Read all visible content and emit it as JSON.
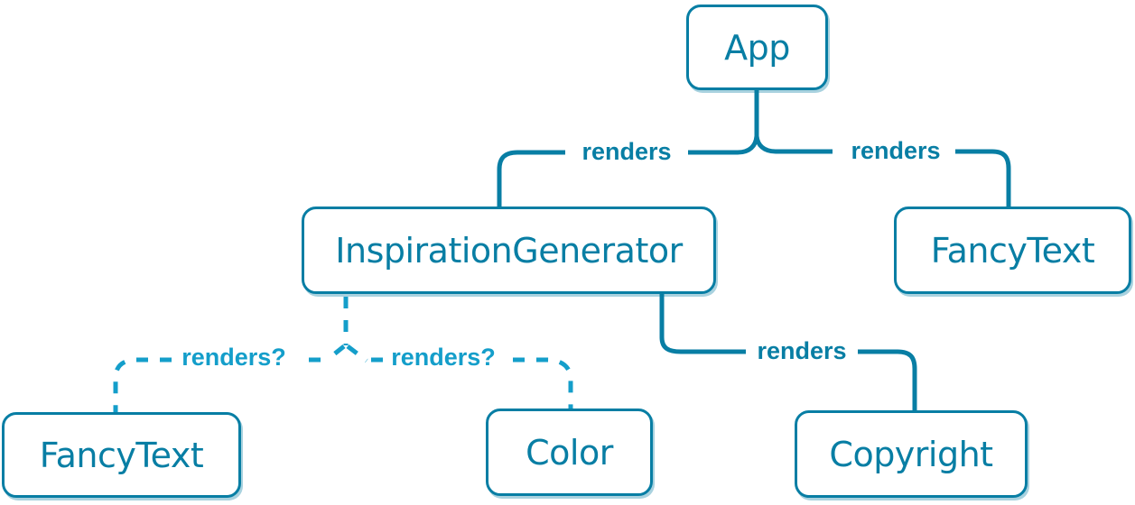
{
  "colors": {
    "solid_accent": "#087EA4",
    "dashed_accent": "#149ECA",
    "node_background": "#FFFFFF",
    "page_background": "#FFFFFF"
  },
  "nodes": [
    {
      "id": "app",
      "label": "App"
    },
    {
      "id": "inspiration-generator",
      "label": "InspirationGenerator"
    },
    {
      "id": "fancy-text-top",
      "label": "FancyText"
    },
    {
      "id": "fancy-text-bottom",
      "label": "FancyText"
    },
    {
      "id": "color",
      "label": "Color"
    },
    {
      "id": "copyright",
      "label": "Copyright"
    }
  ],
  "edges": [
    {
      "from": "app",
      "to": "inspiration-generator",
      "label": "renders",
      "style": "solid"
    },
    {
      "from": "app",
      "to": "fancy-text-top",
      "label": "renders",
      "style": "solid"
    },
    {
      "from": "inspiration-generator",
      "to": "fancy-text-bottom",
      "label": "renders?",
      "style": "dashed"
    },
    {
      "from": "inspiration-generator",
      "to": "color",
      "label": "renders?",
      "style": "dashed"
    },
    {
      "from": "inspiration-generator",
      "to": "copyright",
      "label": "renders",
      "style": "solid"
    }
  ]
}
